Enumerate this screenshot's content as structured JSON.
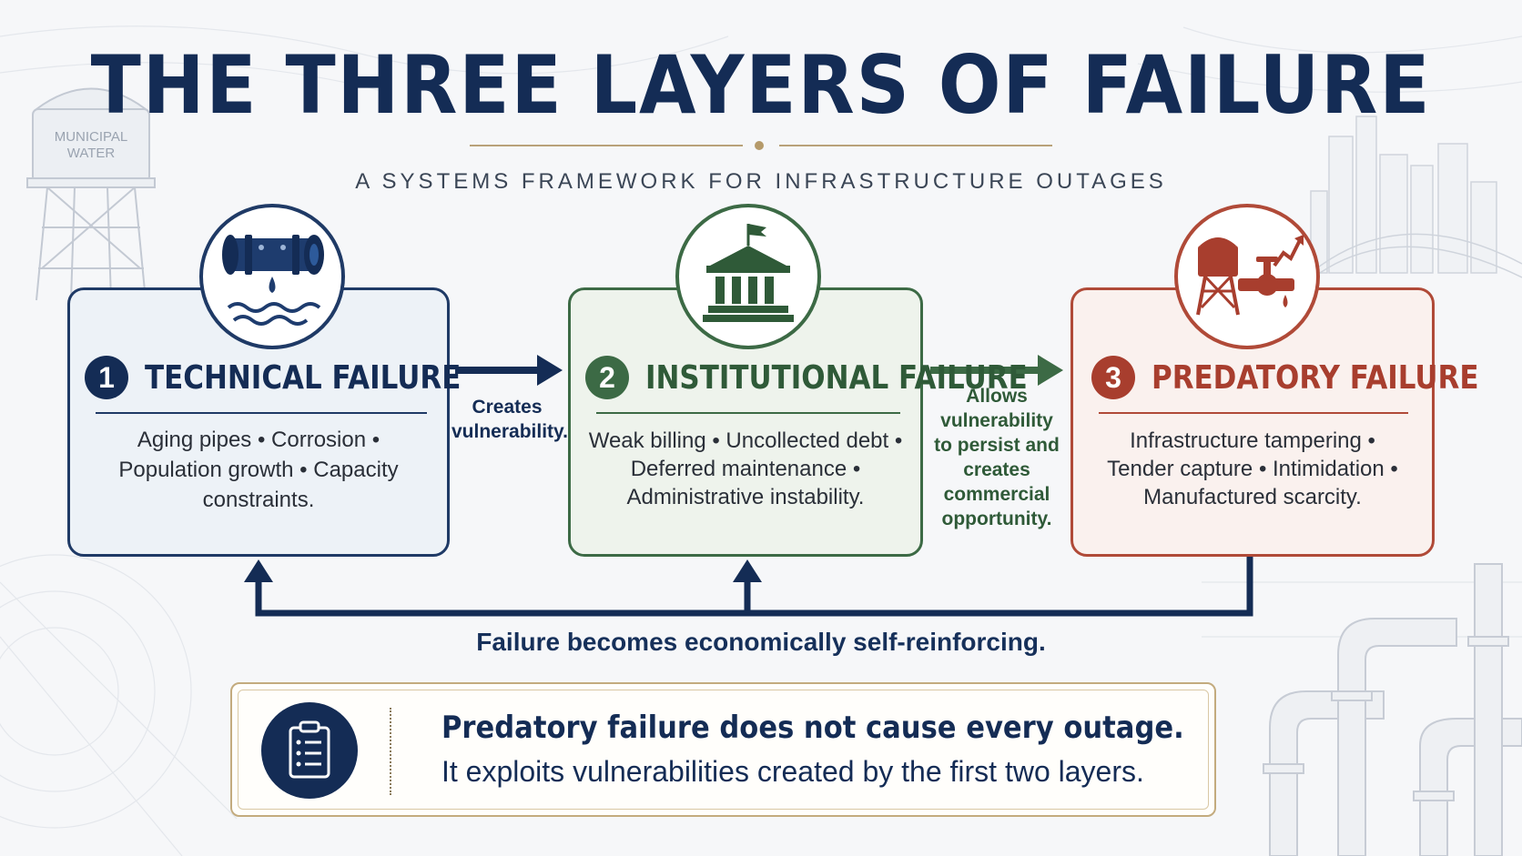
{
  "title": "THE THREE LAYERS OF FAILURE",
  "subtitle": "A SYSTEMS FRAMEWORK FOR INFRASTRUCTURE OUTAGES",
  "background": {
    "tower_label_line1": "MUNICIPAL",
    "tower_label_line2": "WATER"
  },
  "colors": {
    "navy": "#142c55",
    "green": "#3c6a45",
    "red": "#b04a38",
    "gold": "#b9a27a"
  },
  "layers": [
    {
      "number": "1",
      "title": "TECHNICAL FAILURE",
      "icon": "pipe-leak-icon",
      "items_line1": "Aging pipes • Corrosion •",
      "items_line2": "Population growth • Capacity",
      "items_line3": "constraints."
    },
    {
      "number": "2",
      "title": "INSTITUTIONAL FAILURE",
      "icon": "government-building-icon",
      "items_line1": "Weak billing • Uncollected debt •",
      "items_line2": "Deferred maintenance •",
      "items_line3": "Administrative instability."
    },
    {
      "number": "3",
      "title": "PREDATORY FAILURE",
      "icon": "water-tower-valve-icon",
      "items_line1": "Infrastructure tampering •",
      "items_line2": "Tender capture • Intimidation •",
      "items_line3": "Manufactured scarcity."
    }
  ],
  "connectors": [
    {
      "lines": [
        "Creates",
        "vulnerability."
      ]
    },
    {
      "lines": [
        "Allows",
        "vulnerability",
        "to persist and",
        "creates",
        "commercial",
        "opportunity."
      ]
    }
  ],
  "feedback_label": "Failure becomes economically self-reinforcing.",
  "note": {
    "icon": "clipboard-icon",
    "strong": "Predatory failure does not cause every outage.",
    "text": "It exploits vulnerabilities created by the first two layers."
  }
}
